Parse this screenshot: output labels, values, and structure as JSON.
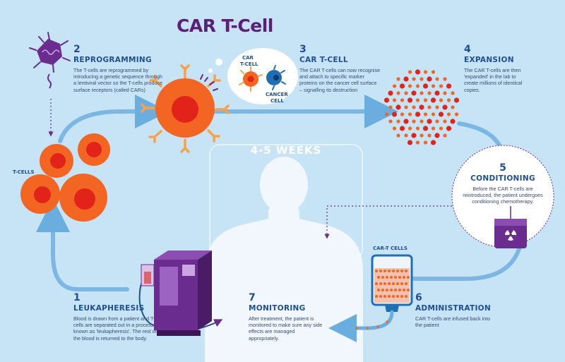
{
  "title": "CAR T-Cell",
  "duration_label": "4-5 WEEKS",
  "labels": {
    "t_cells": "T-CELLS",
    "car_t_cell_line1": "CAR",
    "car_t_cell_line2": "T-CELL",
    "cancer_cell_line1": "CANCER",
    "cancer_cell_line2": "CELL",
    "car_t_cells_bag": "CAR-T CELLS"
  },
  "steps": [
    {
      "num": "1",
      "heading": "LEUKAPHERESIS",
      "body": "Blood is drawn from a patient and T-cells are separated out in a process known as 'leukapheresis'. The rest of the blood is returned to the body."
    },
    {
      "num": "2",
      "heading": "REPROGRAMMING",
      "body": "The T-cells are reprogrammed by introducing a genetic sequence through a lentiviral vector so the T-cells produce surface receptors (called CARs)"
    },
    {
      "num": "3",
      "heading": "CAR T-CELL",
      "body": "The CAR T-cells can now recognise and attach to specific marker proteins on the cancer cell surface – signalling its destruction"
    },
    {
      "num": "4",
      "heading": "EXPANSION",
      "body": "The CAR T-cells are then 'expanded' in the lab to create millions of identical copies."
    },
    {
      "num": "5",
      "heading": "CONDITIONING",
      "body": "Before the CAR T-cells are reintroduced, the patient undergoes conditioning chemotherapy."
    },
    {
      "num": "6",
      "heading": "ADMINISTRATION",
      "body": "CAR T-cells are infused back into the patient"
    },
    {
      "num": "7",
      "heading": "MONITORING",
      "body": "After treatment, the patient is monitored to make sure any side effects are managed appropriately."
    }
  ],
  "colors": {
    "background": "#c7e3f6",
    "title": "#5b1f7a",
    "heading": "#1f4f93",
    "t_cell": "#f26522",
    "nucleus": "#e2231a",
    "purple": "#6a2c8e",
    "cancer_cell": "#1f6fb5",
    "cycle_arrow": "#6aaee0"
  }
}
